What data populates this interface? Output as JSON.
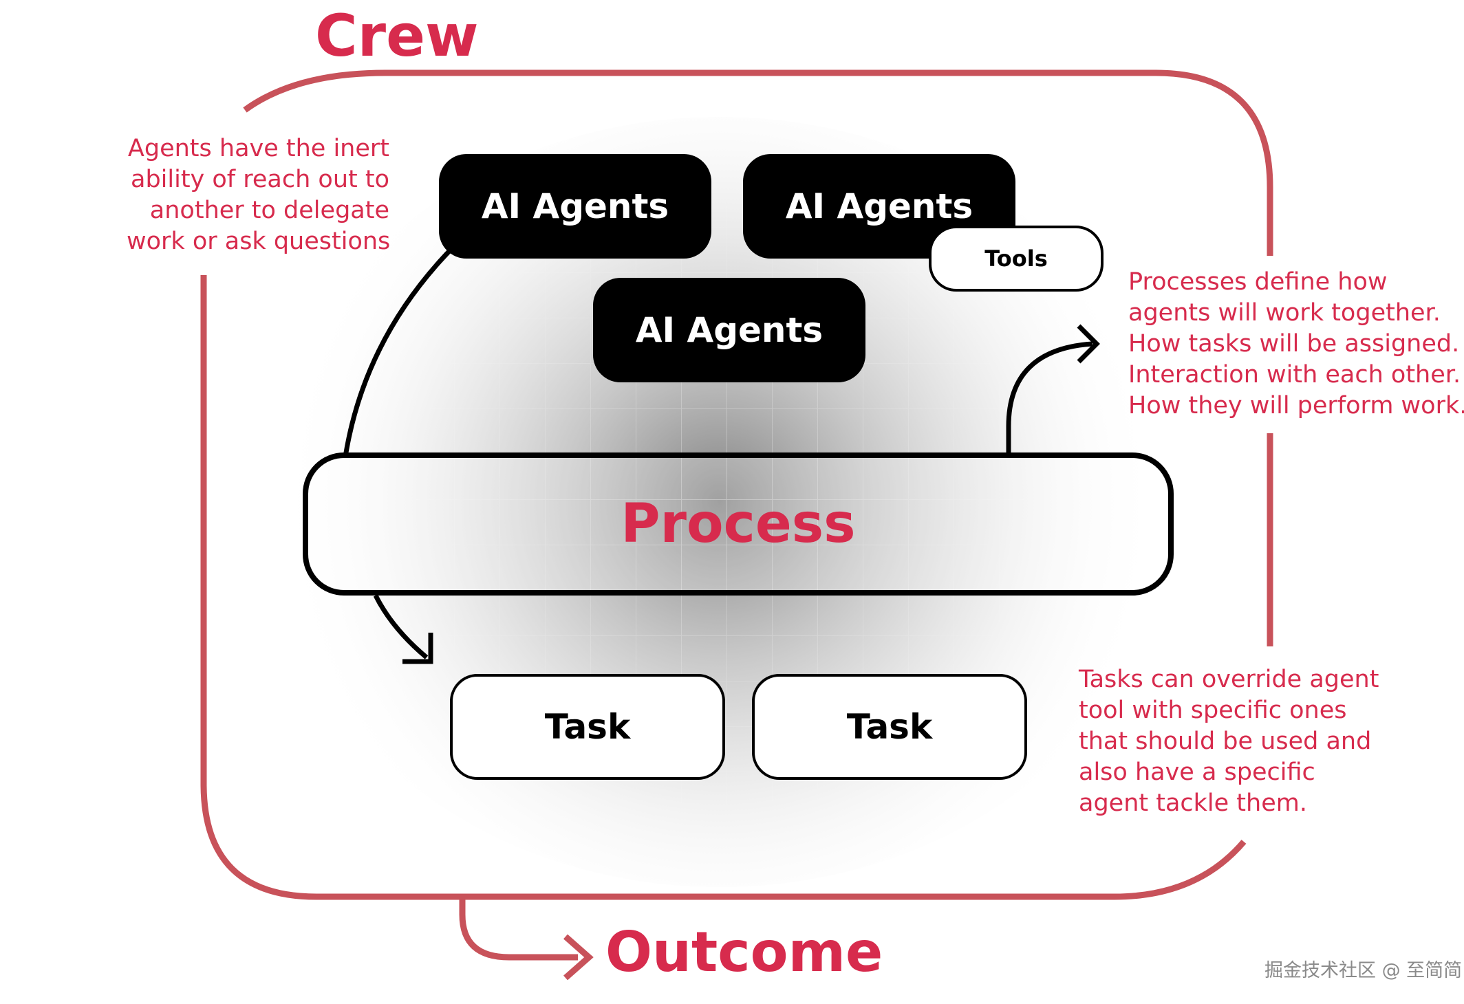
{
  "diagram": {
    "crew_label": "Crew",
    "outcome_label": "Outcome",
    "agents": [
      {
        "label": "AI Agents"
      },
      {
        "label": "AI Agents"
      },
      {
        "label": "AI Agents"
      }
    ],
    "tools_label": "Tools",
    "process_label": "Process",
    "tasks": [
      {
        "label": "Task"
      },
      {
        "label": "Task"
      }
    ],
    "notes": {
      "agents_note": [
        "Agents have the inert",
        "ability of reach out to",
        "another to delegate",
        "work or ask questions"
      ],
      "process_note": [
        "Processes define how",
        "agents will work together.",
        "How tasks will be assigned.",
        "Interaction with each other.",
        "How they will perform work."
      ],
      "tasks_note": [
        "Tasks can override agent",
        "tool with specific ones",
        "that should be used and",
        "also have a specific",
        "agent tackle them."
      ]
    },
    "watermark": "掘金技术社区 @ 至简简"
  },
  "colors": {
    "accent": "#d72b4d",
    "frame": "#c8525a",
    "box_dark": "#000000",
    "box_light": "#ffffff"
  }
}
